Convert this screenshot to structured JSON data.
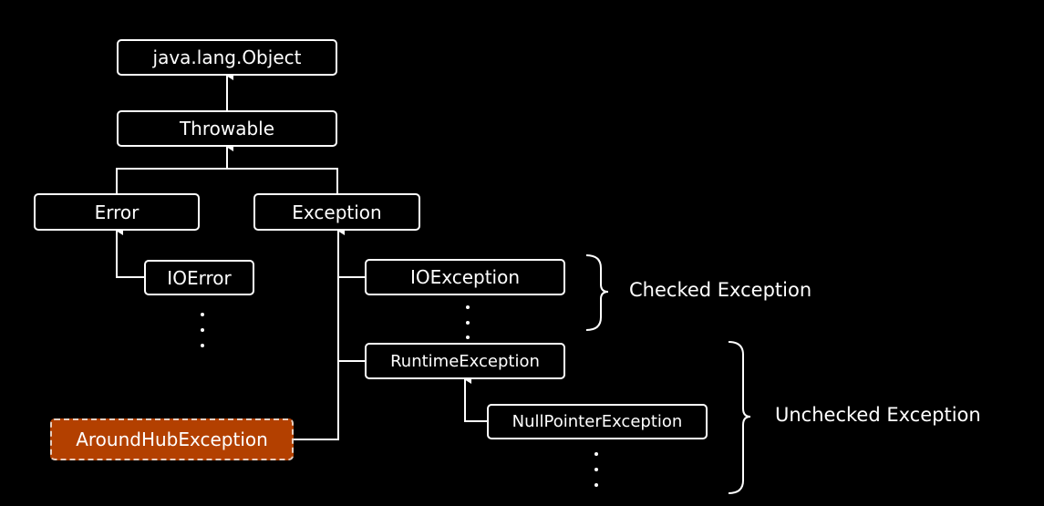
{
  "nodes": {
    "object": "java.lang.Object",
    "throwable": "Throwable",
    "error": "Error",
    "exception": "Exception",
    "ioerror": "IOError",
    "ioexception": "IOException",
    "runtime": "RuntimeException",
    "nullpointer": "NullPointerException",
    "custom": "AroundHubException"
  },
  "labels": {
    "checked": "Checked Exception",
    "unchecked": "Unchecked Exception"
  },
  "colors": {
    "background": "#000000",
    "line": "#ffffff",
    "highlight_fill": "#b34000",
    "highlight_border": "#e8cfc0"
  }
}
